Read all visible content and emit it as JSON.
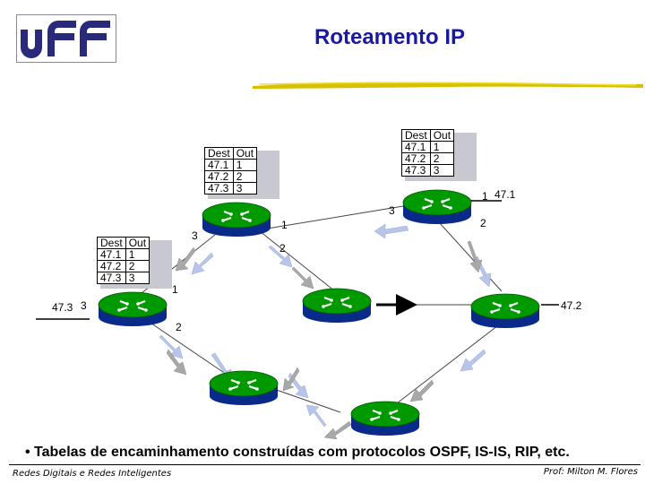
{
  "header": {
    "logo_text": "uff",
    "title": "Roteamento IP"
  },
  "routing_tables": [
    {
      "headers": [
        "Dest",
        "Out"
      ],
      "rows": [
        [
          "47.1",
          "1"
        ],
        [
          "47.2",
          "2"
        ],
        [
          "47.3",
          "3"
        ]
      ]
    },
    {
      "headers": [
        "Dest",
        "Out"
      ],
      "rows": [
        [
          "47.1",
          "1"
        ],
        [
          "47.2",
          "2"
        ],
        [
          "47.3",
          "3"
        ]
      ]
    },
    {
      "headers": [
        "Dest",
        "Out"
      ],
      "rows": [
        [
          "47.1",
          "1"
        ],
        [
          "47.2",
          "2"
        ],
        [
          "47.3",
          "3"
        ]
      ]
    }
  ],
  "labels": {
    "left_router_net": "47.3",
    "left_router_port3": "3",
    "left_router_port1": "1",
    "left_router_port2": "2",
    "top_router_port3": "3",
    "top_router_port1": "1",
    "top_router_port2": "2",
    "right_router_port3": "3",
    "right_router_port1": "1",
    "right_router_net1": "47.1",
    "right_router_port2": "2",
    "mid_right_net": "47.2"
  },
  "caption": "• Tabelas de encaminhamento construídas com protocolos OSPF, IS-IS, RIP, etc.",
  "footer": {
    "left": "Redes Digitais e Redes Inteligentes",
    "right": "Prof: Milton M. Flores"
  },
  "colors": {
    "title": "#1a1aa0",
    "router_top": "#009900",
    "router_side": "#0a2a8a",
    "arrow_light": "#b8c4e8",
    "arrow_grey": "#a8a8a8"
  }
}
